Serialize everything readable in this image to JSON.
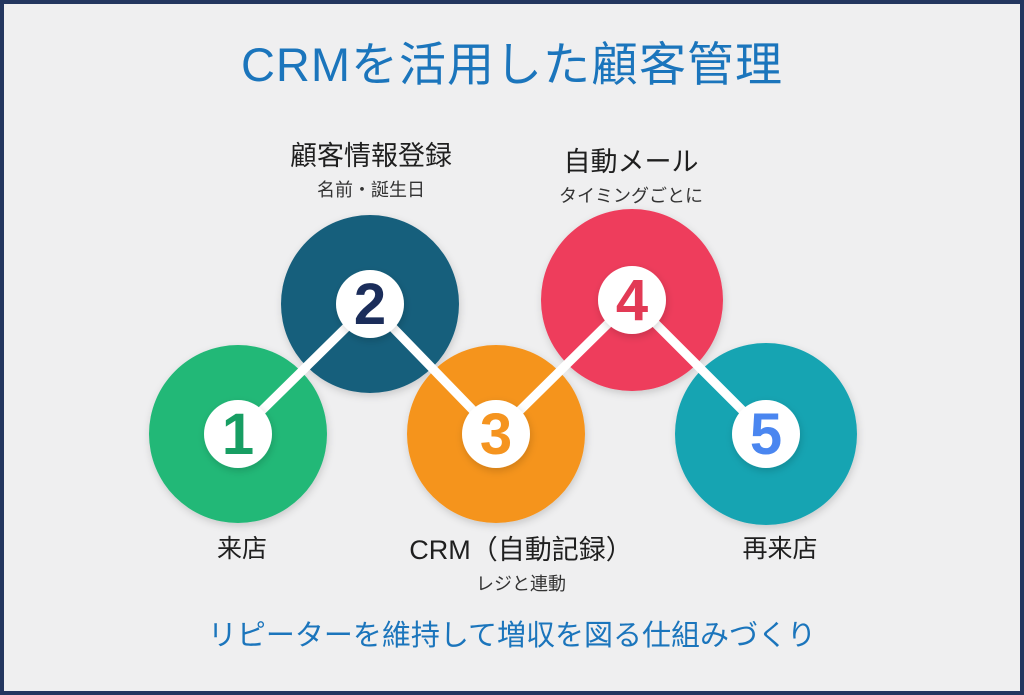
{
  "frame": {
    "background": "#efeff0",
    "border_color": "#23365f"
  },
  "title": {
    "text": "CRMを活用した顧客管理",
    "color": "#1b75bc"
  },
  "footer": {
    "text": "リピーターを維持して増収を図る仕組みづくり",
    "color": "#1b75bc"
  },
  "connector_color": "#ffffff",
  "steps": [
    {
      "number": "1",
      "circle_color": "#22b877",
      "number_color": "#179e63",
      "label": "来店",
      "sublabel": "",
      "label_position": "below"
    },
    {
      "number": "2",
      "circle_color": "#175e7c",
      "number_color": "#1b2d5a",
      "label": "顧客情報登録",
      "sublabel": "名前・誕生日",
      "label_position": "above"
    },
    {
      "number": "3",
      "circle_color": "#f5941f",
      "number_color": "#f5941f",
      "label": "CRM（自動記録）",
      "sublabel": "レジと連動",
      "label_position": "below"
    },
    {
      "number": "4",
      "circle_color": "#ee3c5c",
      "number_color": "#e23a55",
      "label": "自動メール",
      "sublabel": "タイミングごとに",
      "label_position": "above"
    },
    {
      "number": "5",
      "circle_color": "#16a4b2",
      "number_color": "#4a86f0",
      "label": "再来店",
      "sublabel": "",
      "label_position": "below"
    }
  ]
}
